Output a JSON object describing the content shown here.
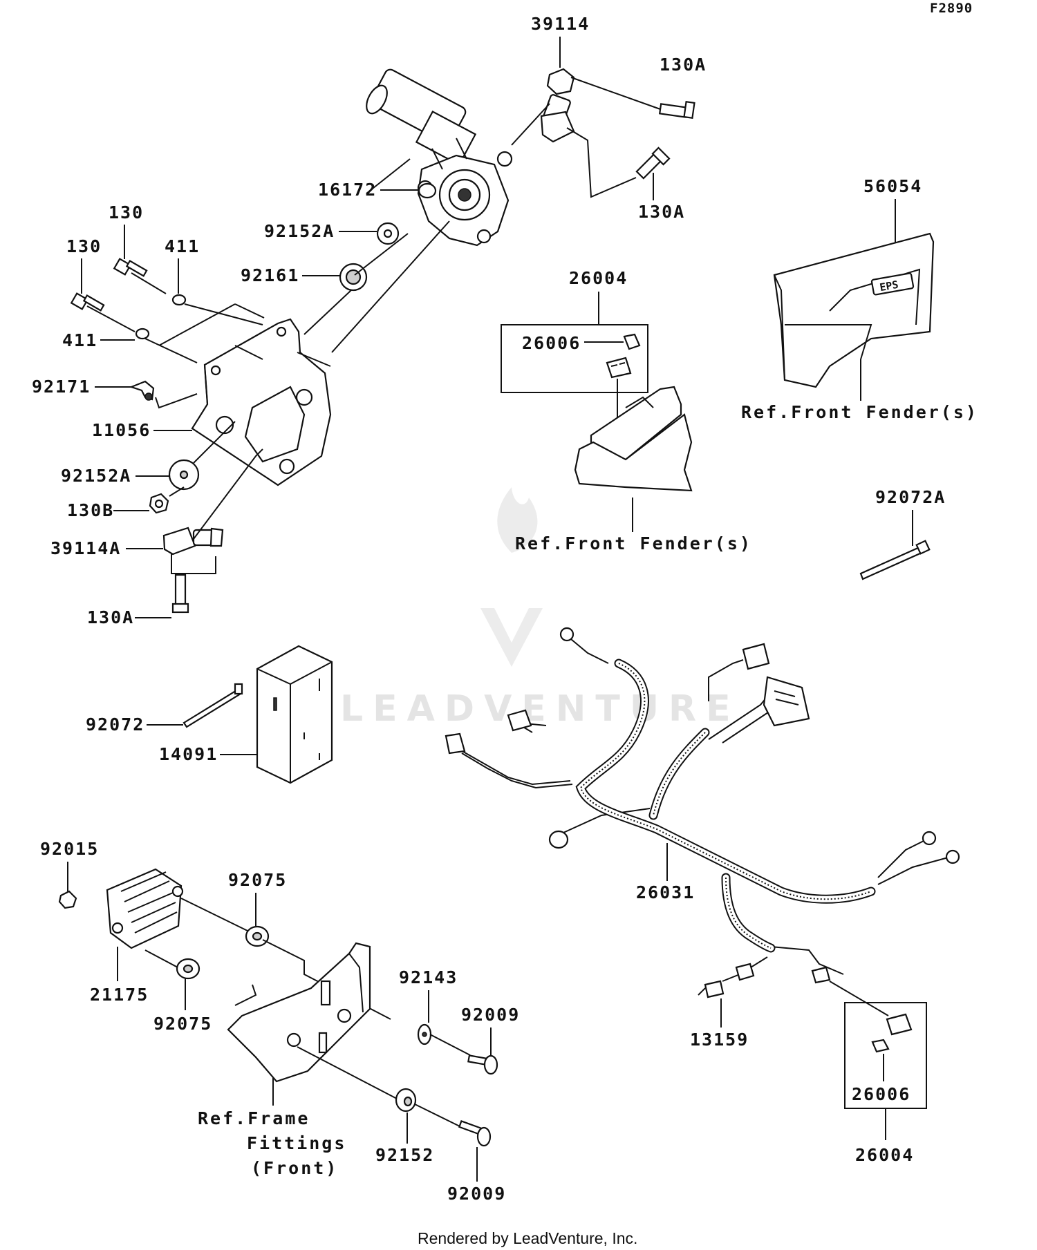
{
  "diagram_code": "F2890",
  "footer": "Rendered by LeadVenture, Inc.",
  "watermark": "LEADVENTURE",
  "emblem_text": "EPS",
  "labels": {
    "p39114": "39114",
    "p130A_1": "130A",
    "p130A_2": "130A",
    "p16172": "16172",
    "p92152A_1": "92152A",
    "p92161": "92161",
    "p130_1": "130",
    "p130_2": "130",
    "p411_1": "411",
    "p411_2": "411",
    "p92171": "92171",
    "p11056": "11056",
    "p92152A_2": "92152A",
    "p130B": "130B",
    "p39114A": "39114A",
    "p130A_3": "130A",
    "p26004_1": "26004",
    "p26006_1": "26006",
    "p56054": "56054",
    "p92072A": "92072A",
    "p92072": "92072",
    "p14091": "14091",
    "p92015": "92015",
    "p92075_1": "92075",
    "p21175": "21175",
    "p92075_2": "92075",
    "p92143": "92143",
    "p92009_1": "92009",
    "p92152": "92152",
    "p92009_2": "92009",
    "p26031": "26031",
    "p13159": "13159",
    "p26006_2": "26006",
    "p26004_2": "26004"
  },
  "references": {
    "front_fender_1": "Ref.Front Fender(s)",
    "front_fender_2": "Ref.Front Fender(s)",
    "frame_line1": "Ref.Frame",
    "frame_line2": "Fittings",
    "frame_line3": "(Front)"
  }
}
